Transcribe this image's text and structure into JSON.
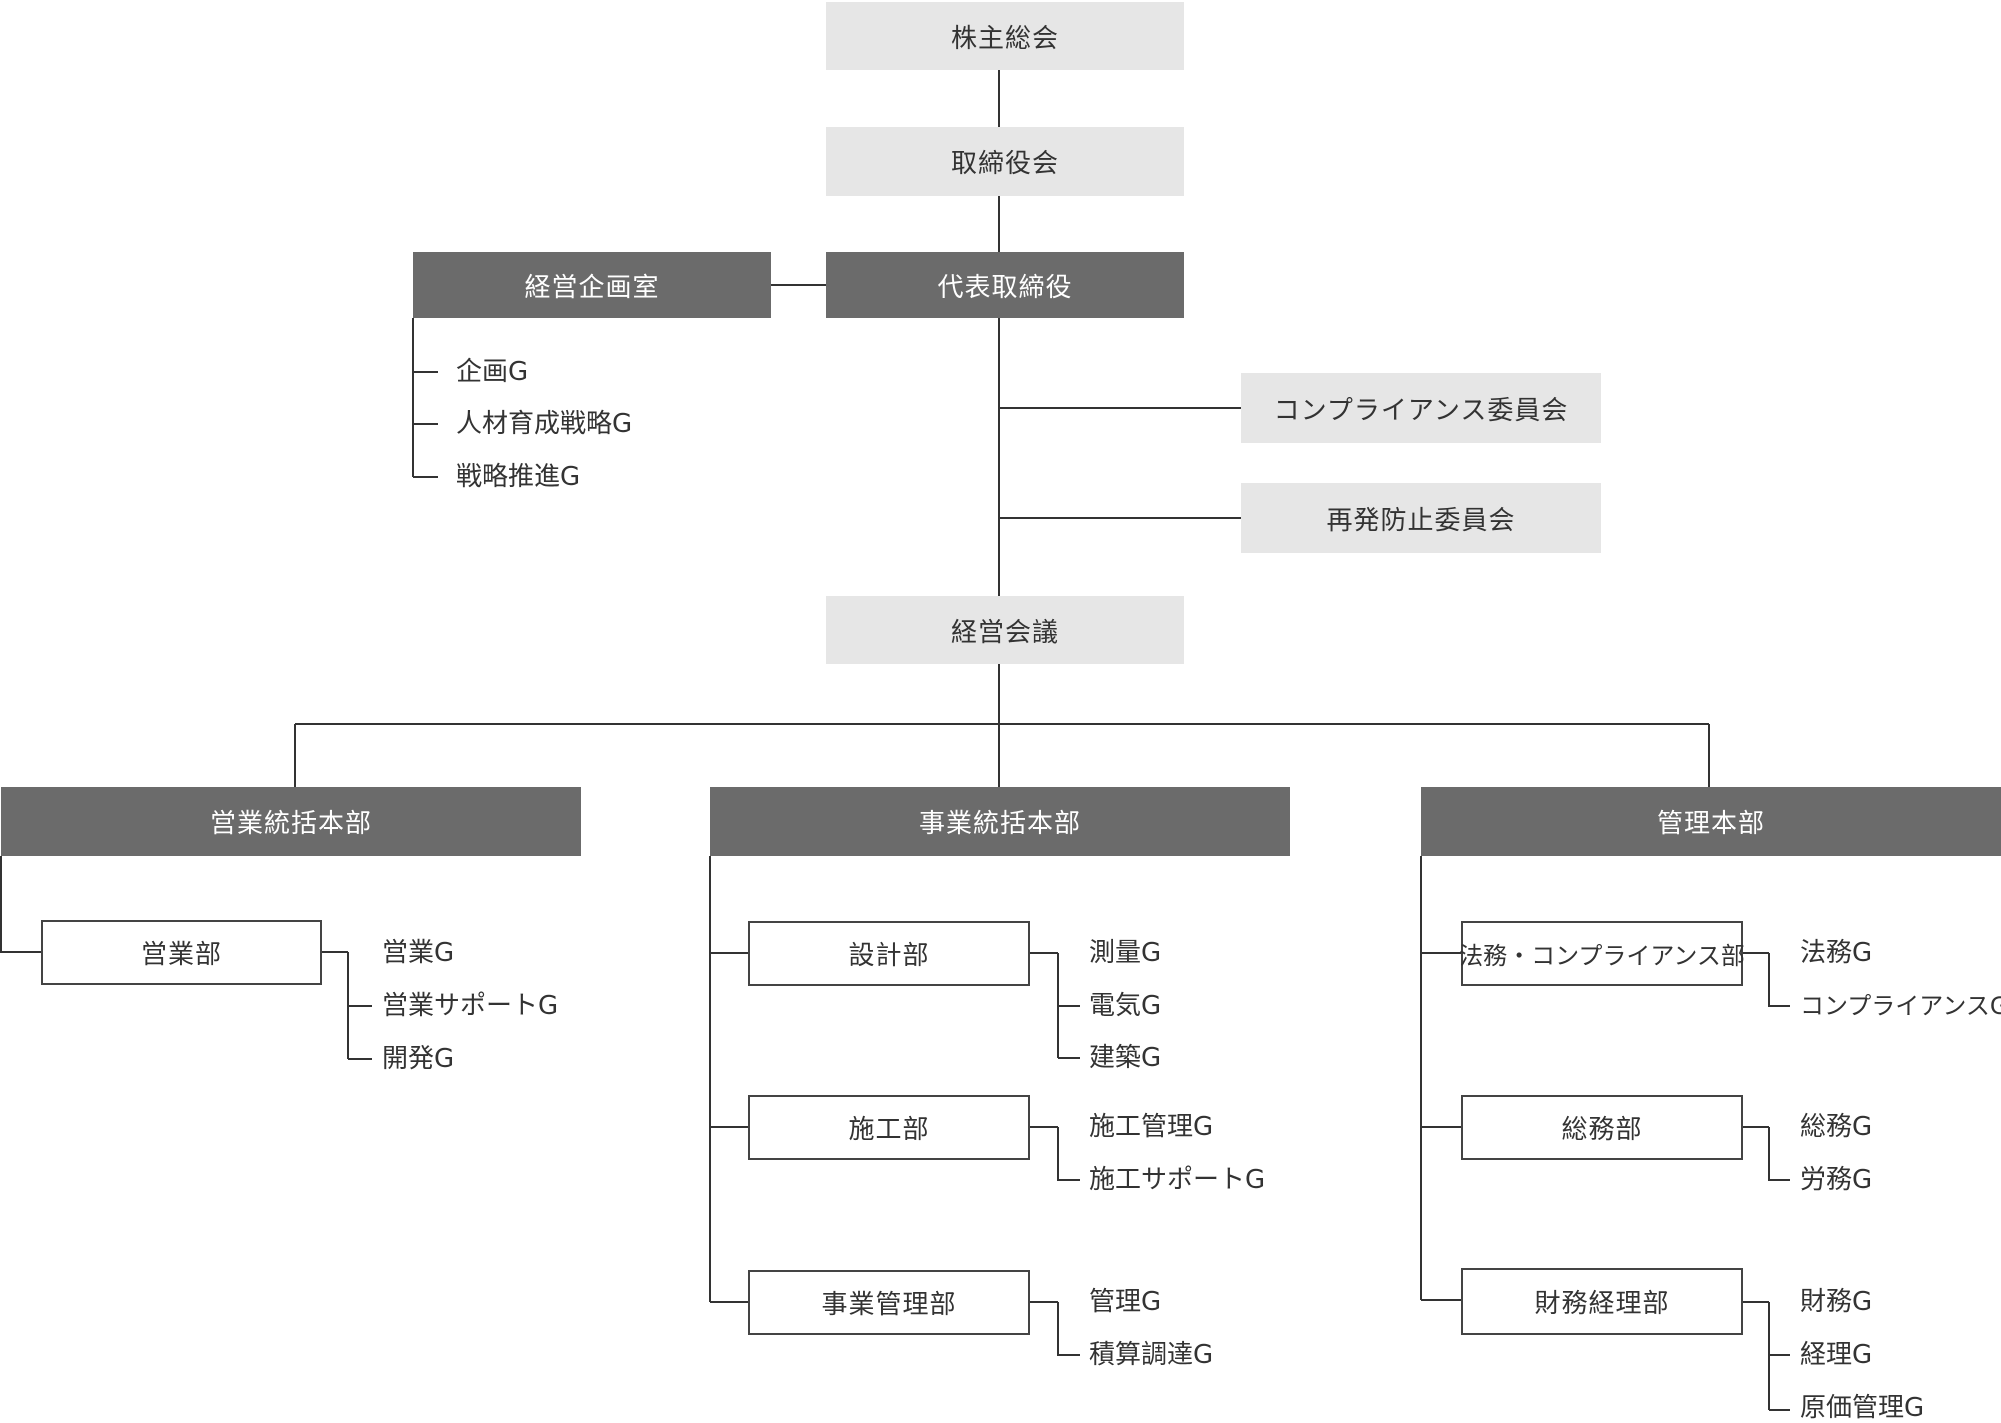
{
  "shareholders": "株主総会",
  "board": "取締役会",
  "president": "代表取締役",
  "mgmt_planning": {
    "label": "経営企画室",
    "groups": [
      "企画G",
      "人材育成戦略G",
      "戦略推進G"
    ]
  },
  "committees": [
    "コンプライアンス委員会",
    "再発防止委員会"
  ],
  "exec_meeting": "経営会議",
  "divisions": [
    {
      "label": "営業統括本部",
      "departments": [
        {
          "label": "営業部",
          "groups": [
            "営業G",
            "営業サポートG",
            "開発G"
          ]
        }
      ]
    },
    {
      "label": "事業統括本部",
      "departments": [
        {
          "label": "設計部",
          "groups": [
            "測量G",
            "電気G",
            "建築G"
          ]
        },
        {
          "label": "施工部",
          "groups": [
            "施工管理G",
            "施工サポートG"
          ]
        },
        {
          "label": "事業管理部",
          "groups": [
            "管理G",
            "積算調達G"
          ]
        }
      ]
    },
    {
      "label": "管理本部",
      "departments": [
        {
          "label": "法務・コンプライアンス部",
          "groups": [
            "法務G",
            "コンプライアンスG"
          ]
        },
        {
          "label": "総務部",
          "groups": [
            "総務G",
            "労務G"
          ]
        },
        {
          "label": "財務経理部",
          "groups": [
            "財務G",
            "経理G",
            "原価管理G"
          ]
        }
      ]
    }
  ]
}
